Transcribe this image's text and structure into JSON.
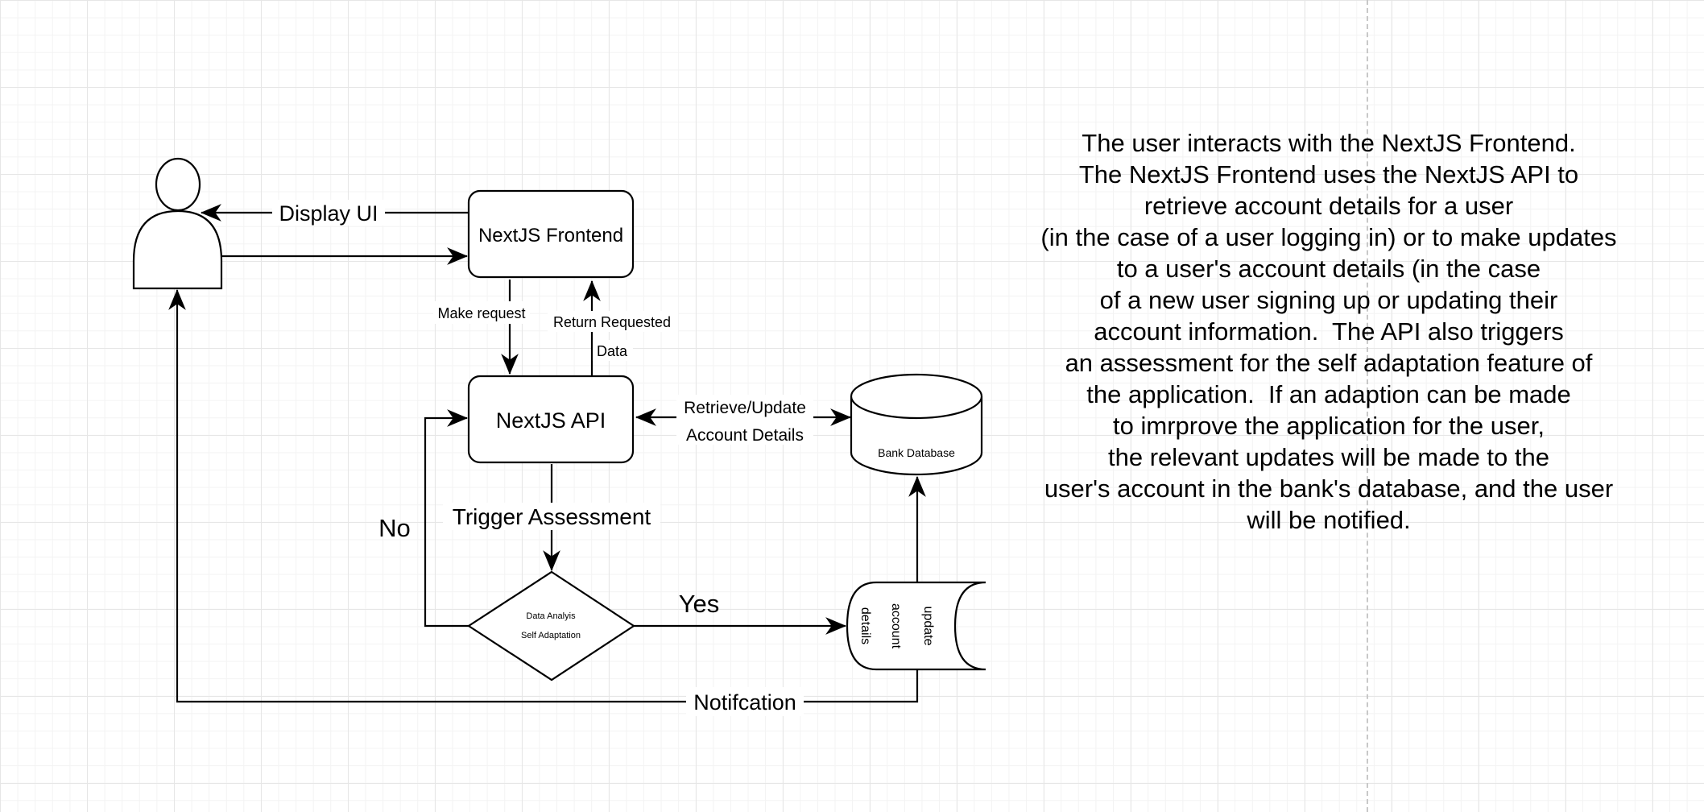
{
  "nodes": {
    "frontend": {
      "label": "NextJS Frontend"
    },
    "api": {
      "label": "NextJS API"
    },
    "database": {
      "label": "Bank Database"
    },
    "decision": {
      "line1": "Data Analyis",
      "line2": "Self Adaptation"
    },
    "update_account": {
      "line1": "update",
      "line2": "account",
      "line3": "details"
    }
  },
  "edges": {
    "display_ui": "Display UI",
    "make_request": "Make request",
    "return_requested_line1": "Return Requested",
    "return_requested_line2": "Data",
    "retrieve_update_line1": "Retrieve/Update",
    "retrieve_update_line2": "Account Details",
    "trigger_assessment": "Trigger Assessment",
    "no": "No",
    "yes": "Yes",
    "notification": "Notifcation"
  },
  "description": {
    "lines": [
      "The user interacts with the NextJS Frontend.",
      "The NextJS Frontend uses the NextJS API to",
      "retrieve account details for a user",
      "(in the case of a user logging in) or to make updates",
      "to a user's account details (in the case",
      "of a new user signing up or updating their",
      "account information.  The API also triggers",
      "an assessment for the self adaptation feature of",
      "the application.  If an adaption can be made",
      "to imrprove the application for the user,",
      "the relevant updates will be made to the",
      "user's account in the bank's database, and the user",
      "will be notified."
    ]
  }
}
